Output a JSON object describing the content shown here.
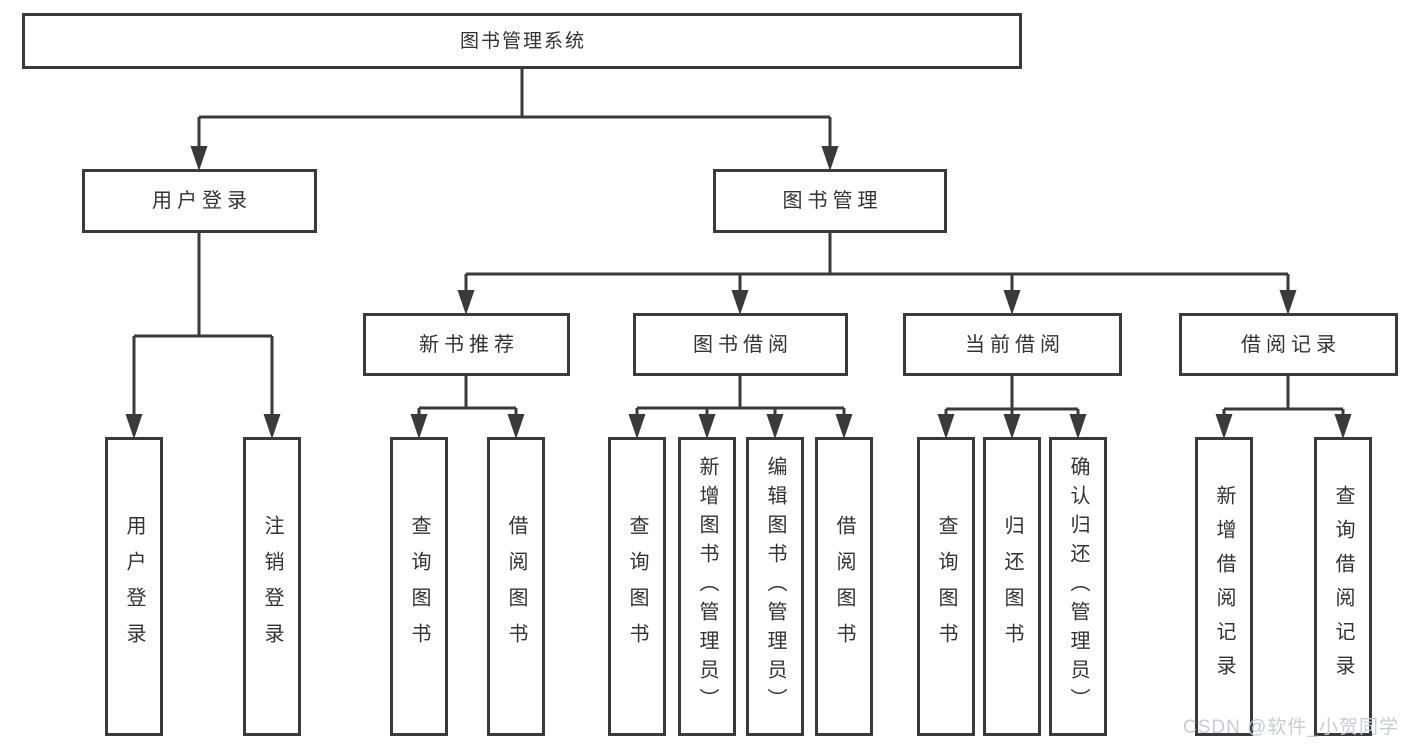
{
  "diagram": {
    "type": "tree",
    "colors": {
      "line": "#3a3a3a",
      "box_border": "#3a3a3a",
      "text": "#333333",
      "background": "#ffffff",
      "watermark": "#c9ccd1"
    },
    "nodes": {
      "root": "图书管理系统",
      "userLogin": "用户登录",
      "bookManagement": "图书管理",
      "newBookRecommend": "新书推荐",
      "bookBorrow": "图书借阅",
      "currentBorrow": "当前借阅",
      "borrowRecord": "借阅记录",
      "leafUserLogin": "用户登录",
      "leafLogout": "注销登录",
      "leafNbQueryBook": "查询图书",
      "leafNbBorrowBook": "借阅图书",
      "leafBbQueryBook": "查询图书",
      "leafBbAddBook": "新增图书（管理员）",
      "leafBbEditBook": "编辑图书（管理员）",
      "leafBbBorrowBook": "借阅图书",
      "leafCbQueryBook": "查询图书",
      "leafCbReturnBook": "归还图书",
      "leafCbConfirmReturn": "确认归还（管理员）",
      "leafBrAddRecord": "新增借阅记录",
      "leafBrQueryRecord": "查询借阅记录"
    },
    "hierarchy": {
      "图书管理系统": {
        "用户登录": [
          "用户登录",
          "注销登录"
        ],
        "图书管理": {
          "新书推荐": [
            "查询图书",
            "借阅图书"
          ],
          "图书借阅": [
            "查询图书",
            "新增图书（管理员）",
            "编辑图书（管理员）",
            "借阅图书"
          ],
          "当前借阅": [
            "查询图书",
            "归还图书",
            "确认归还（管理员）"
          ],
          "借阅记录": [
            "新增借阅记录",
            "查询借阅记录"
          ]
        }
      }
    },
    "watermark": "CSDN @软件_小贺同学"
  }
}
